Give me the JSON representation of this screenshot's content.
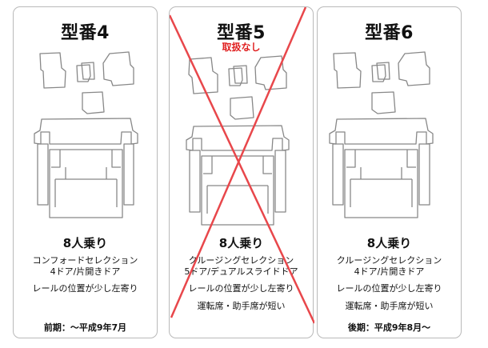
{
  "cards": [
    {
      "title": "型番4",
      "note": "",
      "seats": "8人乗り",
      "model_line1": "コンフォードセレクション",
      "model_line2": "4ドア/片開きドア",
      "features": [
        "レールの位置が少し左寄り"
      ],
      "period": "前期：～平成9年7月",
      "crossed_out": false
    },
    {
      "title": "型番5",
      "note": "取扱なし",
      "seats": "8人乗り",
      "model_line1": "クルージングセレクション",
      "model_line2": "5ドア/デュアルスライドドア",
      "features": [
        "レールの位置が少し左寄り",
        "運転席・助手席が短い"
      ],
      "period": "",
      "crossed_out": true
    },
    {
      "title": "型番6",
      "note": "",
      "seats": "8人乗り",
      "model_line1": "クルージングセレクション",
      "model_line2": "4ドア/片開きドア",
      "features": [
        "レールの位置が少し左寄り",
        "運転席・助手席が短い"
      ],
      "period": "後期：平成9年8月～",
      "crossed_out": false
    }
  ],
  "colors": {
    "border": "#b9b9b9",
    "mat_stroke": "#888888",
    "cross": "#e8474b",
    "note": "#e02020"
  }
}
